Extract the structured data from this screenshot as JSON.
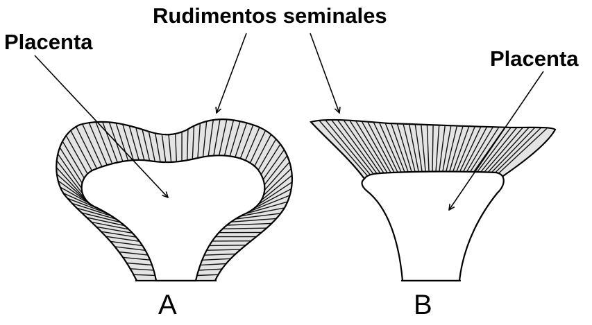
{
  "labels": {
    "top": "Rudimentos seminales",
    "left": "Placenta",
    "right": "Placenta",
    "a": "A",
    "b": "B"
  }
}
